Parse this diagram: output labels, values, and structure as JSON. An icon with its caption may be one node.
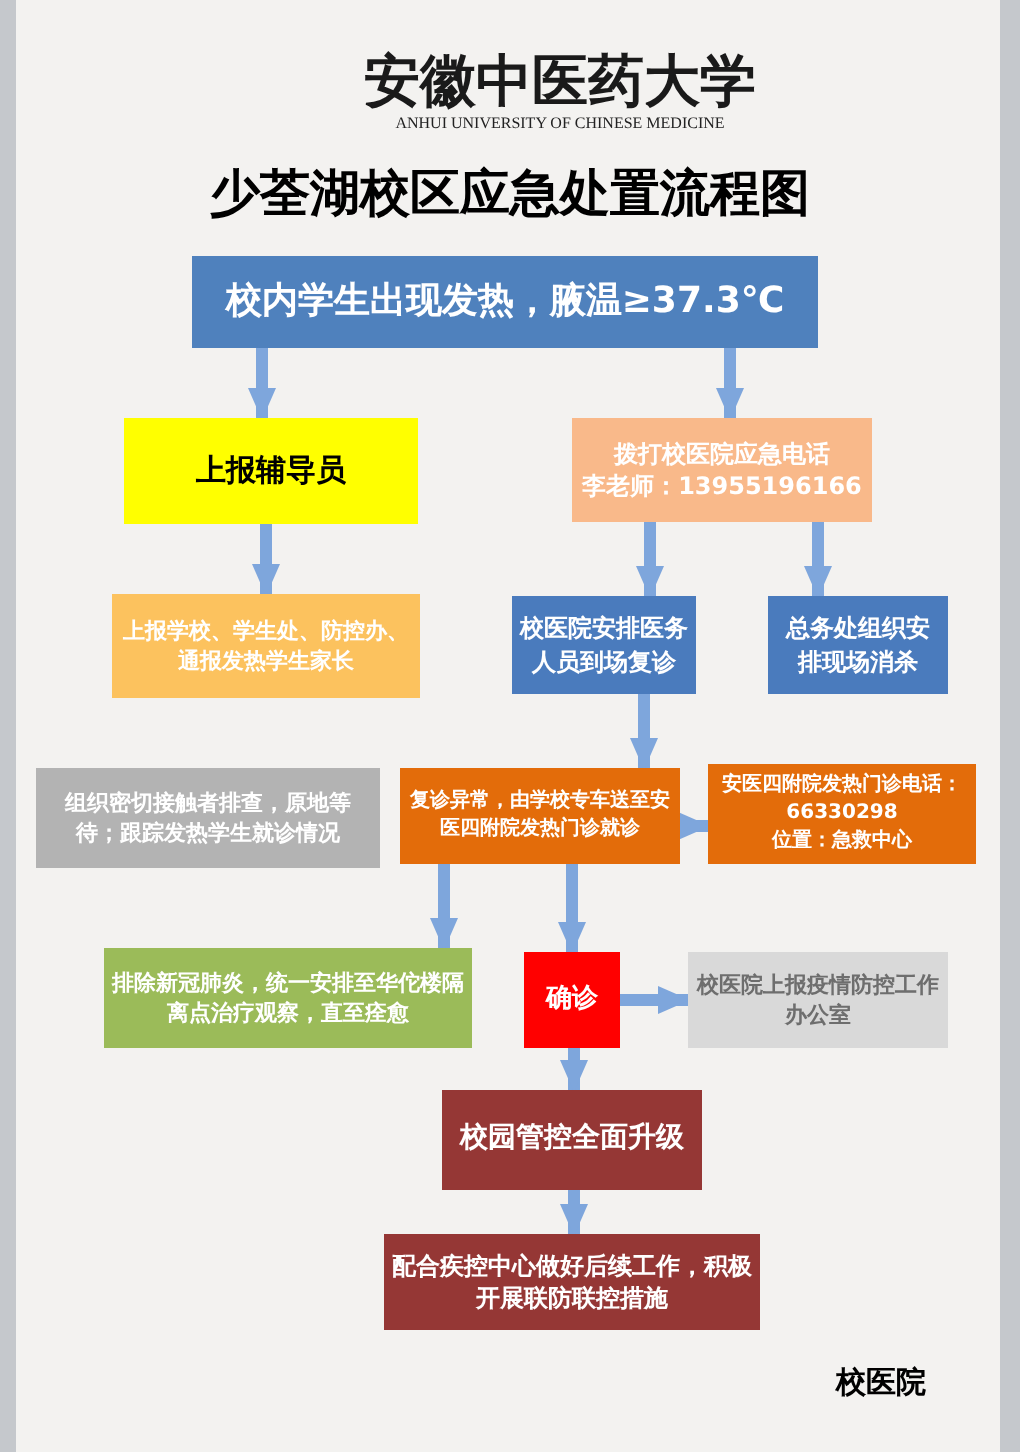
{
  "diagram": {
    "title": "少荃湖校区应急处置流程图",
    "nodes": [
      {
        "text": [
          "校内学生出现发热，腋温≥37.3℃"
        ]
      },
      {
        "text": [
          "上报辅导员"
        ]
      },
      {
        "text": [
          "拨打校医院应急电话",
          "李老师：13955196166"
        ]
      },
      {
        "text": [
          "上报学校、学生处、防控办、通报发热学生家长"
        ]
      },
      {
        "text": [
          "校医院安排医务人员到场复诊"
        ]
      },
      {
        "text": [
          "总务处组织安排现场消杀"
        ]
      },
      {
        "text": [
          "组织密切接触者排查，原地等待；跟踪发热学生就诊情况"
        ]
      },
      {
        "text": [
          "复诊异常，由学校专车送至安医四附院发热门诊就诊"
        ]
      },
      {
        "text": [
          "安医四附院发热门诊电话：66330298",
          "位置：急救中心"
        ]
      },
      {
        "text": [
          "排除新冠肺炎，统一安排至华佗楼隔离点治疗观察，直至痊愈"
        ]
      },
      {
        "text": [
          "确诊"
        ]
      },
      {
        "text": [
          "校医院上报疫情防控工作办公室"
        ]
      },
      {
        "text": [
          "校园管控全面升级"
        ]
      },
      {
        "text": [
          "配合疾控中心做好后续工作，积极开展联防联控措施"
        ]
      }
    ],
    "edges": [
      {
        "from": 0,
        "to": 1,
        "arrow": "to"
      },
      {
        "from": 0,
        "to": 2,
        "arrow": "to"
      },
      {
        "from": 1,
        "to": 3,
        "arrow": "to"
      },
      {
        "from": 2,
        "to": 4,
        "arrow": "to"
      },
      {
        "from": 2,
        "to": 5,
        "arrow": "to"
      },
      {
        "from": 4,
        "to": 7,
        "arrow": "to"
      },
      {
        "from": 7,
        "to": 8,
        "arrow": "to"
      },
      {
        "from": 7,
        "to": 9,
        "arrow": "to"
      },
      {
        "from": 7,
        "to": 10,
        "arrow": "to"
      },
      {
        "from": 10,
        "to": 11,
        "arrow": "to"
      },
      {
        "from": 10,
        "to": 12,
        "arrow": "to"
      },
      {
        "from": 12,
        "to": 13,
        "arrow": "to"
      }
    ],
    "labels": [
      "安徽中医药大学",
      "ANHUI UNIVERSITY OF CHINESE MEDICINE",
      "校医院"
    ]
  }
}
